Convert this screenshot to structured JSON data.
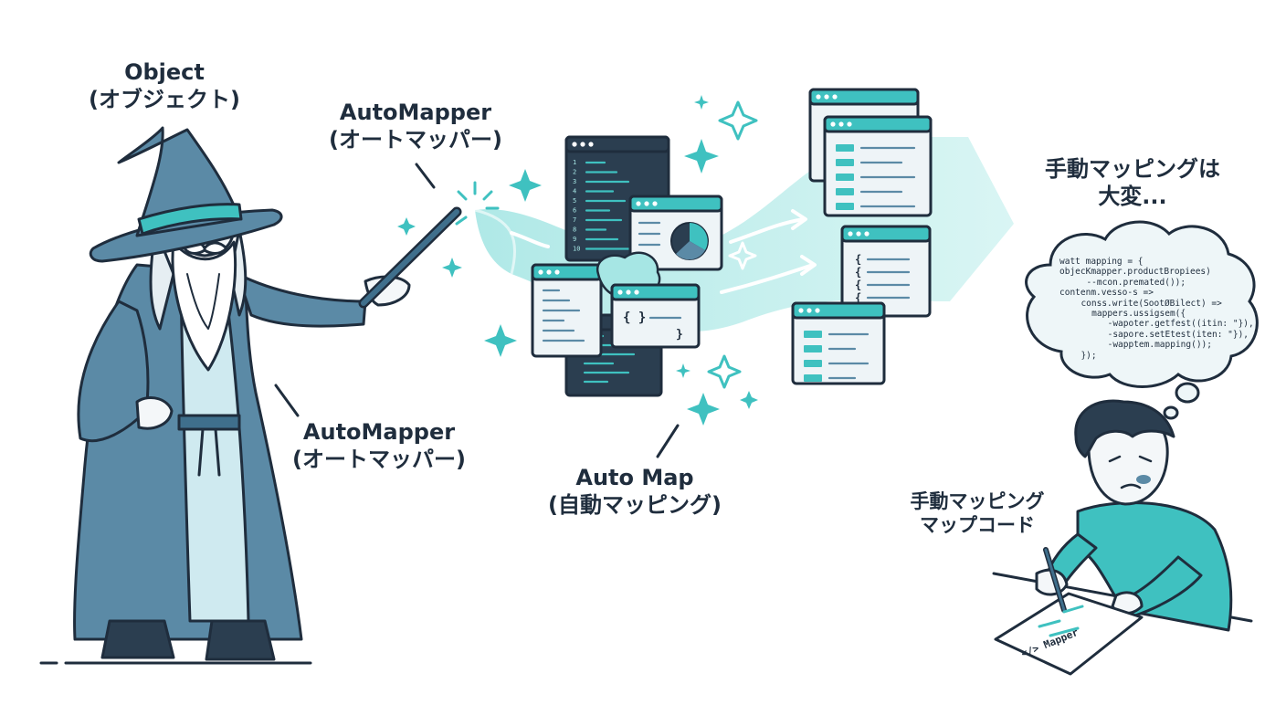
{
  "labels": {
    "object": {
      "line1": "Object",
      "line2": "(オブジェクト)"
    },
    "automapper_top": {
      "line1": "AutoMapper",
      "line2": "(オートマッパー)"
    },
    "automapper_mid": {
      "line1": "AutoMapper",
      "line2": "(オートマッパー)"
    },
    "auto_map": {
      "line1": "Auto Map",
      "line2": "(自動マッピング)"
    },
    "manual_hard": {
      "line1": "手動マッピングは",
      "line2": "大変..."
    },
    "manual_code": {
      "line1": "手動マッピング",
      "line2": "マップコード"
    }
  },
  "thought_code": [
    "watt mapping = {",
    "objecKmapper.productBropiees)",
    "  --mcon.premated());",
    "contenm.vesso-s =>",
    "  conss.write(SootØBilect) =>",
    "   mappers.ussigsem({",
    "     -wapoter.getfest((itin: \"}),",
    "     -sapore.setEtest(iten: \"}),",
    "     -wapptem.mapping());",
    "  });"
  ],
  "paper_text": "</> Mapper",
  "editor_line_numbers": [
    "1",
    "2",
    "3",
    "4",
    "5",
    "6",
    "7",
    "8",
    "9",
    "10"
  ],
  "colors": {
    "outline": "#1f2d3d",
    "teal": "#3fc1c0",
    "teal_light": "#a6e6e4",
    "robe": "#5b8aa6",
    "robe_dark": "#3f6f8c",
    "robe_inner": "#cfeaf0",
    "code_bg": "#2b3e50",
    "window_bg": "#eef4f7"
  },
  "icons": [
    "wizard-figure",
    "magic-wand",
    "sparkle-icon",
    "code-window",
    "pie-chart-icon",
    "arrow-icon",
    "thought-cloud",
    "person-figure",
    "pen-icon"
  ]
}
